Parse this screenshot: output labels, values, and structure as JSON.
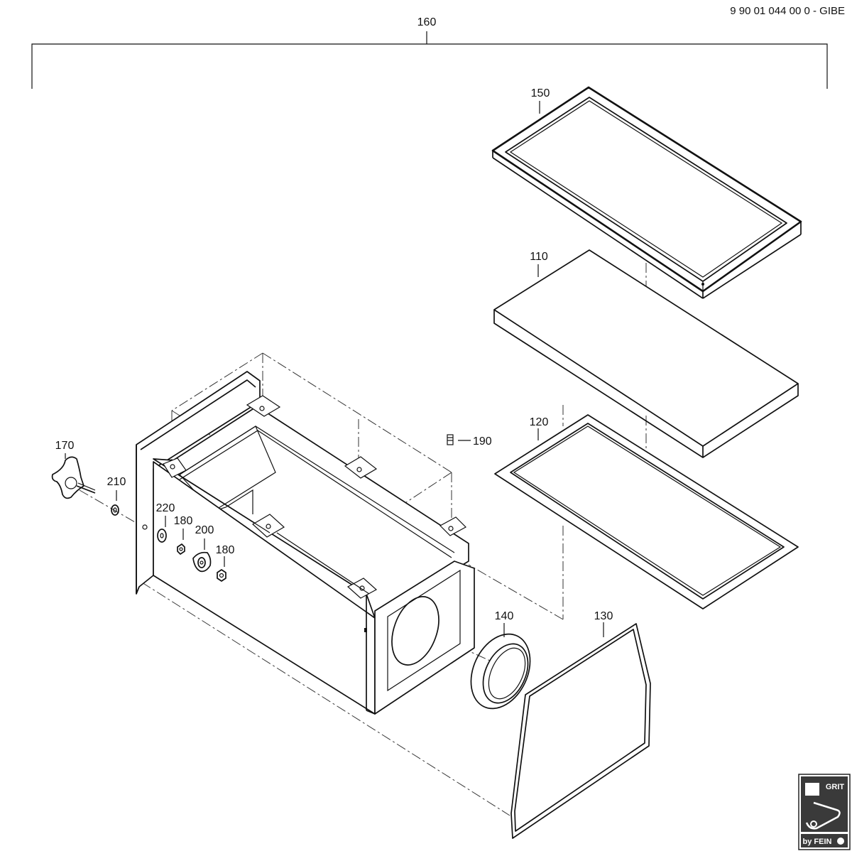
{
  "document_number": "9 90 01 044 00 0 - GIBE",
  "assembly_label": "160",
  "parts": {
    "filter_frame": "150",
    "filter_pad": "110",
    "gasket_frame": "120",
    "grommet": "140",
    "seal_strip": "130",
    "grub_screw": "190",
    "star_knob": "170",
    "washer_small": "210",
    "washer_large": "220",
    "nut_left": "180",
    "clamp_lever": "200",
    "nut_right": "180"
  },
  "logo": {
    "brand_top": "GRIT",
    "brand_bottom": "by FEIN"
  }
}
